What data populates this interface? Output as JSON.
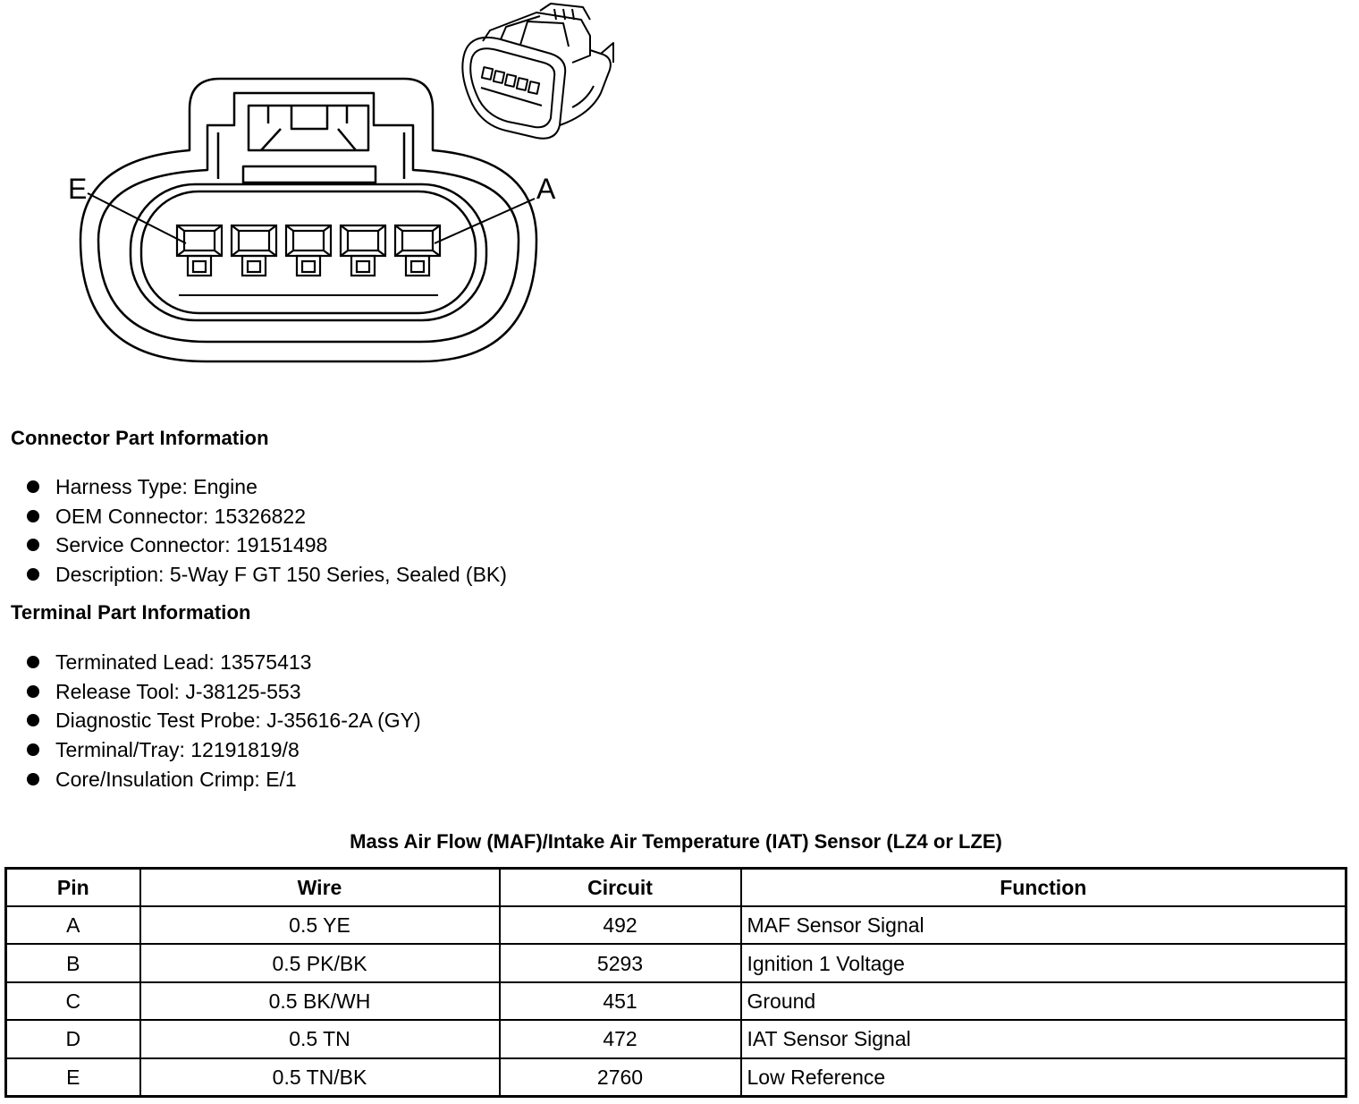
{
  "diagram": {
    "label_left": "E",
    "label_right": "A"
  },
  "connector_section": {
    "heading": "Connector Part Information",
    "items": [
      "Harness Type: Engine",
      "OEM Connector: 15326822",
      "Service Connector: 19151498",
      "Description: 5-Way F GT 150 Series, Sealed (BK)"
    ]
  },
  "terminal_section": {
    "heading": "Terminal Part Information",
    "items": [
      "Terminated Lead: 13575413",
      "Release Tool: J-38125-553",
      "Diagnostic Test Probe: J-35616-2A (GY)",
      "Terminal/Tray: 12191819/8",
      "Core/Insulation Crimp: E/1"
    ]
  },
  "table": {
    "title": "Mass Air Flow (MAF)/Intake Air Temperature (IAT) Sensor (LZ4 or LZE)",
    "headers": [
      "Pin",
      "Wire",
      "Circuit",
      "Function"
    ],
    "rows": [
      [
        "A",
        "0.5 YE",
        "492",
        "MAF Sensor Signal"
      ],
      [
        "B",
        "0.5 PK/BK",
        "5293",
        "Ignition 1 Voltage"
      ],
      [
        "C",
        "0.5 BK/WH",
        "451",
        "Ground"
      ],
      [
        "D",
        "0.5 TN",
        "472",
        "IAT Sensor Signal"
      ],
      [
        "E",
        "0.5 TN/BK",
        "2760",
        "Low Reference"
      ]
    ]
  }
}
